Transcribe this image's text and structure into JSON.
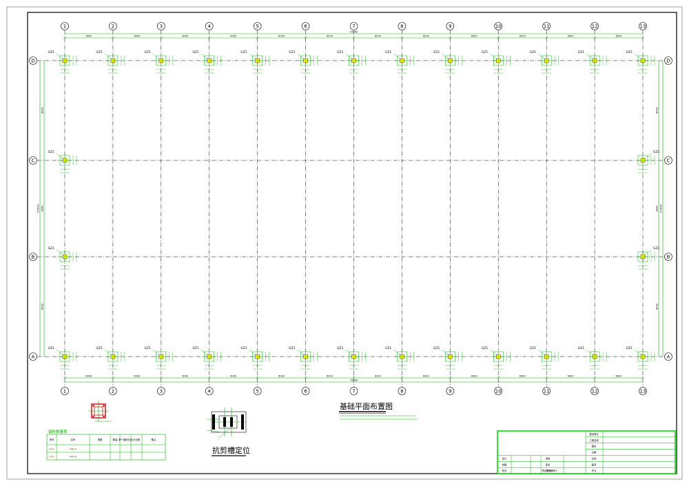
{
  "drawing": {
    "title": "基础平面布置图",
    "detail_title": "抗剪槽定位",
    "column_label": "GZ1",
    "total_length": "72000",
    "total_width": "27000",
    "grid_columns": [
      "1",
      "2",
      "3",
      "4",
      "5",
      "6",
      "7",
      "8",
      "9",
      "10",
      "11",
      "12",
      "13"
    ],
    "grid_rows": [
      "D",
      "C",
      "B",
      "A"
    ],
    "bay_spacing": "6000",
    "row_spacings": [
      "9000",
      "9000",
      "9000"
    ]
  },
  "anchor_table": {
    "title": "锚栓数量表",
    "headers": [
      "序号",
      "名称",
      "规格",
      "数量",
      "单个锚栓长度",
      "总长度",
      "备注"
    ],
    "rows": [
      [
        "GZ1",
        "4M24",
        "",
        "",
        "",
        "",
        ""
      ],
      [
        "GZ2",
        "4M24",
        "",
        "",
        "",
        "",
        ""
      ]
    ]
  },
  "title_block": {
    "labels": [
      "建设单位",
      "工程名称",
      "图名",
      "设计",
      "制图",
      "校对",
      "审核",
      "审定",
      "项目负责人",
      "日期",
      "比例",
      "图号",
      "专业"
    ]
  },
  "colors": {
    "grid": "#000000",
    "dimension": "#00b000",
    "highlight": "#ffff00",
    "detail_red": "#d00000",
    "border": "#000000"
  }
}
